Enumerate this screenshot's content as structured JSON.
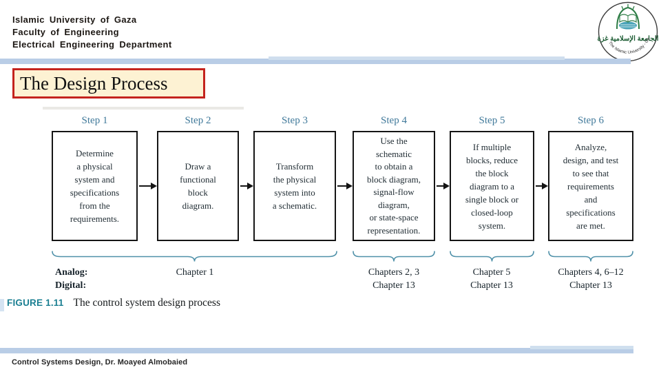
{
  "slide": {
    "header_lines": [
      "Islamic University of Gaza",
      "Faculty of Engineering",
      "Electrical Engineering Department"
    ],
    "title": "The Design Process",
    "footer": "Control Systems Design, Dr. Moayed Almobaied",
    "logo": {
      "arabic_text": "الجامعة الإسلامية غزة",
      "arc_text": "The Islamic University - Gaza"
    }
  },
  "figure": {
    "caption_label": "FIGURE 1.11",
    "caption_text": "The control system design process",
    "analog_digital": "Analog:\nDigital:",
    "steps": [
      {
        "label": "Step 1",
        "text": "Determine\na physical\nsystem and\nspecifications\nfrom the\nrequirements."
      },
      {
        "label": "Step 2",
        "text": "Draw a\nfunctional\nblock\ndiagram."
      },
      {
        "label": "Step 3",
        "text": "Transform\nthe physical\nsystem into\na schematic."
      },
      {
        "label": "Step 4",
        "text": "Use the\nschematic\nto obtain a\nblock diagram,\nsignal-flow\ndiagram,\nor state-space\nrepresentation."
      },
      {
        "label": "Step 5",
        "text": "If multiple\nblocks, reduce\nthe block\ndiagram to a\nsingle block or\nclosed-loop\nsystem."
      },
      {
        "label": "Step 6",
        "text": "Analyze,\ndesign, and test\nto see that\nrequirements\nand\nspecifications\nare met."
      }
    ],
    "chapter_groups": [
      {
        "text": "Chapter 1"
      },
      {
        "text": "Chapters 2, 3\nChapter 13"
      },
      {
        "text": "Chapter 5\nChapter 13"
      },
      {
        "text": "Chapters 4, 6–12\nChapter 13"
      }
    ],
    "colors": {
      "step_label": "#40799a",
      "brace": "#4e90a8",
      "figure_label": "#1b7f92",
      "accent_bar": "#b9cde6",
      "title_border": "#c4231d",
      "title_fill": "#fdf2d3"
    }
  }
}
